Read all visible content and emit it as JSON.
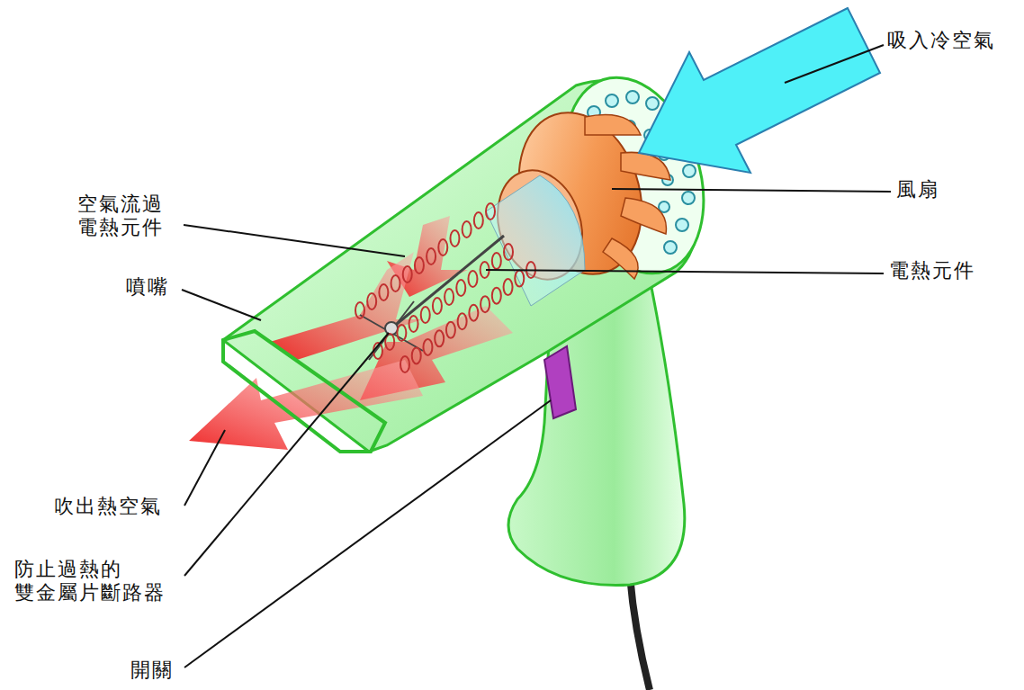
{
  "diagram": {
    "labels": [
      "吸入冷空氣",
      "風扇",
      "空氣流過 電熱元件",
      "電熱元件",
      "噴嘴",
      "吹出熱空氣",
      "防止過熱的 雙金屬片斷路器",
      "開關"
    ]
  }
}
